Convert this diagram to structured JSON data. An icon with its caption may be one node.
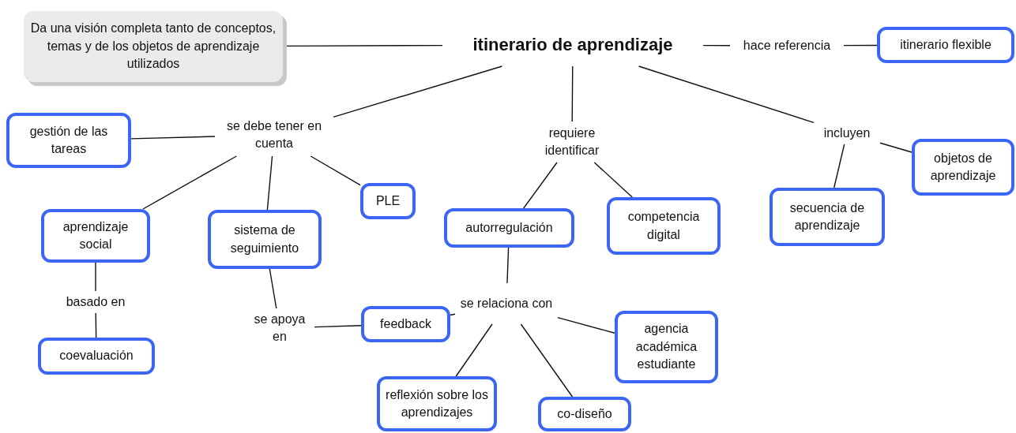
{
  "diagram": {
    "nodes": [
      {
        "text": [
          "itinerario de aprendizaje"
        ]
      },
      {
        "text": [
          "Da una visión completa tanto de conceptos, temas y de los objetos de aprendizaje utilizados"
        ]
      },
      {
        "text": [
          "hace referencia"
        ]
      },
      {
        "text": [
          "itinerario flexible"
        ]
      },
      {
        "text": [
          "se debe tener en cuenta"
        ]
      },
      {
        "text": [
          "requiere identificar"
        ]
      },
      {
        "text": [
          "incluyen"
        ]
      },
      {
        "text": [
          "gestión de las tareas"
        ]
      },
      {
        "text": [
          "aprendizaje social"
        ]
      },
      {
        "text": [
          "sistema de seguimiento"
        ]
      },
      {
        "text": [
          "PLE"
        ]
      },
      {
        "text": [
          "autorregulación"
        ]
      },
      {
        "text": [
          "competencia digital"
        ]
      },
      {
        "text": [
          "secuencia de aprendizaje"
        ]
      },
      {
        "text": [
          "objetos de aprendizaje"
        ]
      },
      {
        "text": [
          "basado en"
        ]
      },
      {
        "text": [
          "coevaluación"
        ]
      },
      {
        "text": [
          "se apoya en"
        ]
      },
      {
        "text": [
          "feedback"
        ]
      },
      {
        "text": [
          "se relaciona con"
        ]
      },
      {
        "text": [
          "agencia académica estudiante"
        ]
      },
      {
        "text": [
          "reflexión sobre los aprendizajes"
        ]
      },
      {
        "text": [
          "co-diseño"
        ]
      }
    ],
    "edges": [
      {
        "from": 1,
        "to": 0,
        "arrow": "none"
      },
      {
        "from": 0,
        "to": 2,
        "arrow": "none"
      },
      {
        "from": 2,
        "to": 3,
        "arrow": "none"
      },
      {
        "from": 0,
        "to": 4,
        "arrow": "none"
      },
      {
        "from": 0,
        "to": 5,
        "arrow": "none"
      },
      {
        "from": 0,
        "to": 6,
        "arrow": "none"
      },
      {
        "from": 4,
        "to": 7,
        "arrow": "none"
      },
      {
        "from": 4,
        "to": 8,
        "arrow": "none"
      },
      {
        "from": 4,
        "to": 9,
        "arrow": "none"
      },
      {
        "from": 4,
        "to": 10,
        "arrow": "none"
      },
      {
        "from": 5,
        "to": 11,
        "arrow": "none"
      },
      {
        "from": 5,
        "to": 12,
        "arrow": "none"
      },
      {
        "from": 6,
        "to": 13,
        "arrow": "none"
      },
      {
        "from": 6,
        "to": 14,
        "arrow": "none"
      },
      {
        "from": 8,
        "to": 15,
        "arrow": "none"
      },
      {
        "from": 15,
        "to": 16,
        "arrow": "none"
      },
      {
        "from": 9,
        "to": 17,
        "arrow": "none"
      },
      {
        "from": 17,
        "to": 18,
        "arrow": "none"
      },
      {
        "from": 11,
        "to": 19,
        "arrow": "none"
      },
      {
        "from": 19,
        "to": 18,
        "arrow": "none"
      },
      {
        "from": 19,
        "to": 20,
        "arrow": "none"
      },
      {
        "from": 19,
        "to": 21,
        "arrow": "none"
      },
      {
        "from": 19,
        "to": 22,
        "arrow": "none"
      }
    ]
  }
}
